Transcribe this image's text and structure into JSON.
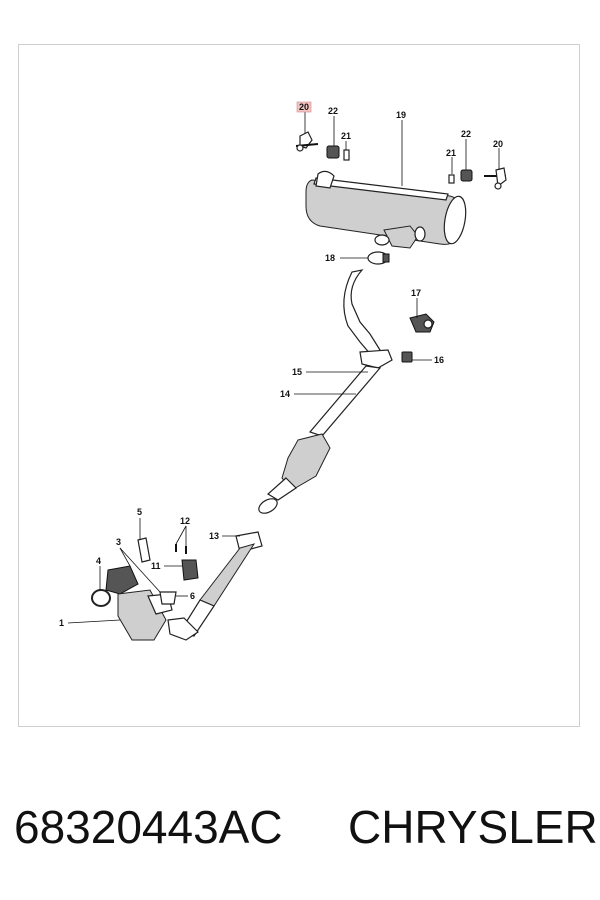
{
  "diagram": {
    "callouts": {
      "c1": "1",
      "c3": "3",
      "c4": "4",
      "c5": "5",
      "c6": "6",
      "c11": "11",
      "c12": "12",
      "c13": "13",
      "c14": "14",
      "c15": "15",
      "c16": "16",
      "c17": "17",
      "c18": "18",
      "c19": "19",
      "c20a": "20",
      "c20b": "20",
      "c21a": "21",
      "c21b": "21",
      "c22a": "22",
      "c22b": "22"
    },
    "highlighted_callout": "20",
    "highlight_color": "#f3c4c4"
  },
  "footer": {
    "part_number": "68320443AC",
    "brand": "CHRYSLER"
  }
}
